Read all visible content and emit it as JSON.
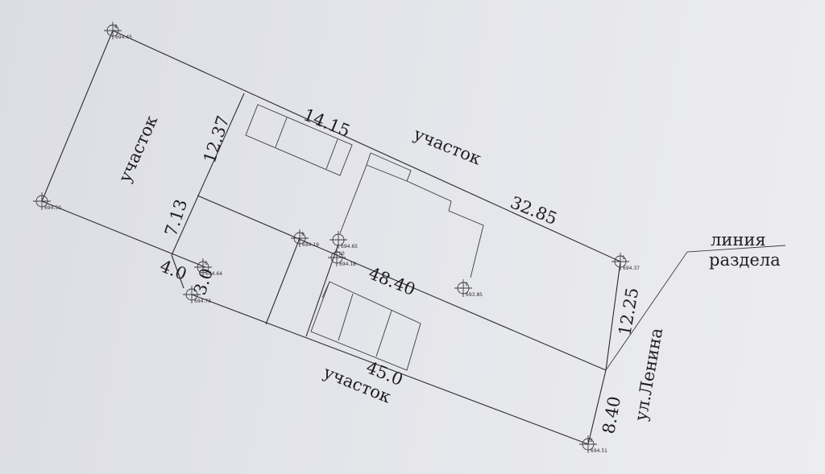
{
  "dimensions": {
    "top_left": "14.15",
    "top_right": "32.85",
    "left_upper": "12.37",
    "left_lower": "7.13",
    "left_gap": "4.0",
    "left_small": "3.0",
    "middle": "48.40",
    "bottom": "45.0",
    "right_upper": "12.25",
    "right_lower": "8.40"
  },
  "labels": {
    "neighbor_left": "участок",
    "neighbor_top": "участок",
    "neighbor_bottom": "участок",
    "street": "ул.Ленина",
    "division_line_1": "линия",
    "division_line_2": "раздела"
  },
  "points": [
    {
      "num": "8",
      "elev": "694.45"
    },
    {
      "num": "",
      "elev": "694.50"
    },
    {
      "num": "9",
      "elev": "694.19"
    },
    {
      "num": "",
      "elev": "694.65"
    },
    {
      "num": "10",
      "elev": "694.18"
    },
    {
      "num": "6",
      "elev": "694.64"
    },
    {
      "num": "",
      "elev": "694.73"
    },
    {
      "num": "1",
      "elev": "694.37"
    },
    {
      "num": "3",
      "elev": "693.85"
    },
    {
      "num": "2",
      "elev": "694.51"
    }
  ]
}
